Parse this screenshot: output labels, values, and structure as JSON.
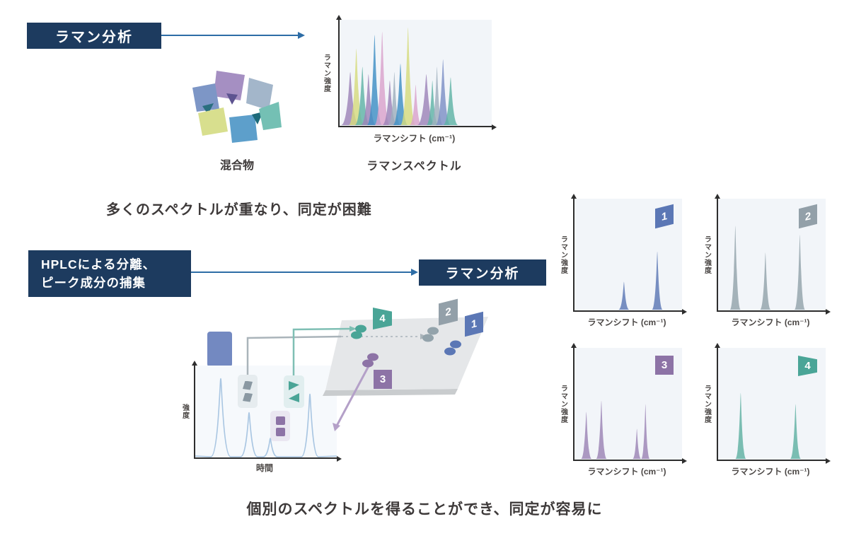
{
  "top_flow": {
    "box_label": "ラマン分析",
    "mixture_label": "混合物",
    "spectrum_caption": "ラマンスペクトル"
  },
  "mid_note": "多くのスペクトルが重なり、同定が困難",
  "bottom_flow": {
    "hplc_line1": "HPLCによる分離、",
    "hplc_line2": "ピーク成分の捕集",
    "raman_box_label": "ラマン分析"
  },
  "bottom_note": "個別のスペクトルを得ることができ、同定が容易に",
  "axes": {
    "raman_x": "ラマンシフト (cm⁻¹)",
    "raman_y": "ラマン強度",
    "time_x": "時間",
    "intensity_y": "強度"
  },
  "flags": {
    "f1": "1",
    "f2": "2",
    "f3": "3",
    "f4": "4"
  },
  "colors": {
    "navy_box": "#1d3b5f",
    "arrow": "#2d6da6",
    "plot_bg": "#f2f5f9",
    "component1_blue": "#5b77b5",
    "component2_gray": "#93a3ab",
    "component3_purple": "#9b84b4",
    "component4_teal": "#5fb1a2",
    "chromatogram_line": "#a9c6e2",
    "text_dark": "#3e3a3a"
  },
  "chart_data": [
    {
      "id": "mixture-spectrum",
      "type": "area",
      "title": "ラマンスペクトル",
      "xlabel": "ラマンシフト (cm⁻¹)",
      "ylabel": "ラマン強度",
      "legend": "overlapping spectra of mixture components",
      "peaks": [
        {
          "x": 7,
          "h": 50,
          "w": 6,
          "color": "#9c84b8"
        },
        {
          "x": 11,
          "h": 72,
          "w": 5,
          "color": "#d6dc7e"
        },
        {
          "x": 15,
          "h": 55,
          "w": 5,
          "color": "#5fb3a6"
        },
        {
          "x": 19,
          "h": 48,
          "w": 5,
          "color": "#9c84b8"
        },
        {
          "x": 23,
          "h": 85,
          "w": 5,
          "color": "#3e8fc4"
        },
        {
          "x": 28,
          "h": 88,
          "w": 5,
          "color": "#d9a2cc"
        },
        {
          "x": 33,
          "h": 42,
          "w": 5,
          "color": "#9c84b8"
        },
        {
          "x": 36,
          "h": 50,
          "w": 4,
          "color": "#9fb0bd"
        },
        {
          "x": 40,
          "h": 58,
          "w": 5,
          "color": "#3e8fc4"
        },
        {
          "x": 45,
          "h": 92,
          "w": 5,
          "color": "#d6dc7e"
        },
        {
          "x": 50,
          "h": 38,
          "w": 4,
          "color": "#d9a2cc"
        },
        {
          "x": 57,
          "h": 48,
          "w": 6,
          "color": "#9c84b8"
        },
        {
          "x": 61,
          "h": 42,
          "w": 4,
          "color": "#5fb3a6"
        },
        {
          "x": 64,
          "h": 55,
          "w": 4,
          "color": "#9fb0bd"
        },
        {
          "x": 68,
          "h": 62,
          "w": 5,
          "color": "#7c90c6"
        },
        {
          "x": 73,
          "h": 45,
          "w": 5,
          "color": "#5fb3a6"
        }
      ]
    },
    {
      "id": "chromatogram",
      "type": "line",
      "xlabel": "時間",
      "ylabel": "強度",
      "color": "#a9c6e2",
      "peaks": [
        {
          "x": 18,
          "h": 85,
          "w": 7
        },
        {
          "x": 38,
          "h": 48,
          "w": 6
        },
        {
          "x": 53,
          "h": 20,
          "w": 5
        },
        {
          "x": 81,
          "h": 68,
          "w": 6
        }
      ]
    },
    {
      "id": "component-1",
      "type": "area",
      "badge": "1",
      "xlabel": "ラマンシフト (cm⁻¹)",
      "ylabel": "ラマン強度",
      "color": "#5b77b5",
      "peaks": [
        {
          "x": 46,
          "h": 25,
          "w": 5,
          "color": "#5b77b5"
        },
        {
          "x": 77,
          "h": 52,
          "w": 5,
          "color": "#5b77b5"
        }
      ]
    },
    {
      "id": "component-2",
      "type": "area",
      "badge": "2",
      "xlabel": "ラマンシフト (cm⁻¹)",
      "ylabel": "ラマン強度",
      "color": "#93a3ab",
      "peaks": [
        {
          "x": 16,
          "h": 75,
          "w": 5,
          "color": "#93a3ab"
        },
        {
          "x": 44,
          "h": 51,
          "w": 5,
          "color": "#93a3ab"
        },
        {
          "x": 76,
          "h": 67,
          "w": 5,
          "color": "#93a3ab"
        }
      ]
    },
    {
      "id": "component-3",
      "type": "area",
      "badge": "3",
      "xlabel": "ラマンシフト (cm⁻¹)",
      "ylabel": "ラマン強度",
      "color": "#9b84b4",
      "peaks": [
        {
          "x": 11,
          "h": 42,
          "w": 5,
          "color": "#9b84b4"
        },
        {
          "x": 25,
          "h": 52,
          "w": 5,
          "color": "#9b84b4"
        },
        {
          "x": 58,
          "h": 27,
          "w": 4,
          "color": "#9b84b4"
        },
        {
          "x": 66,
          "h": 49,
          "w": 4,
          "color": "#9b84b4"
        }
      ]
    },
    {
      "id": "component-4",
      "type": "area",
      "badge": "4",
      "xlabel": "ラマンシフト (cm⁻¹)",
      "ylabel": "ラマン強度",
      "color": "#5fb1a2",
      "peaks": [
        {
          "x": 21,
          "h": 59,
          "w": 5,
          "color": "#5fb1a2"
        },
        {
          "x": 72,
          "h": 49,
          "w": 5,
          "color": "#5fb1a2"
        }
      ]
    }
  ]
}
